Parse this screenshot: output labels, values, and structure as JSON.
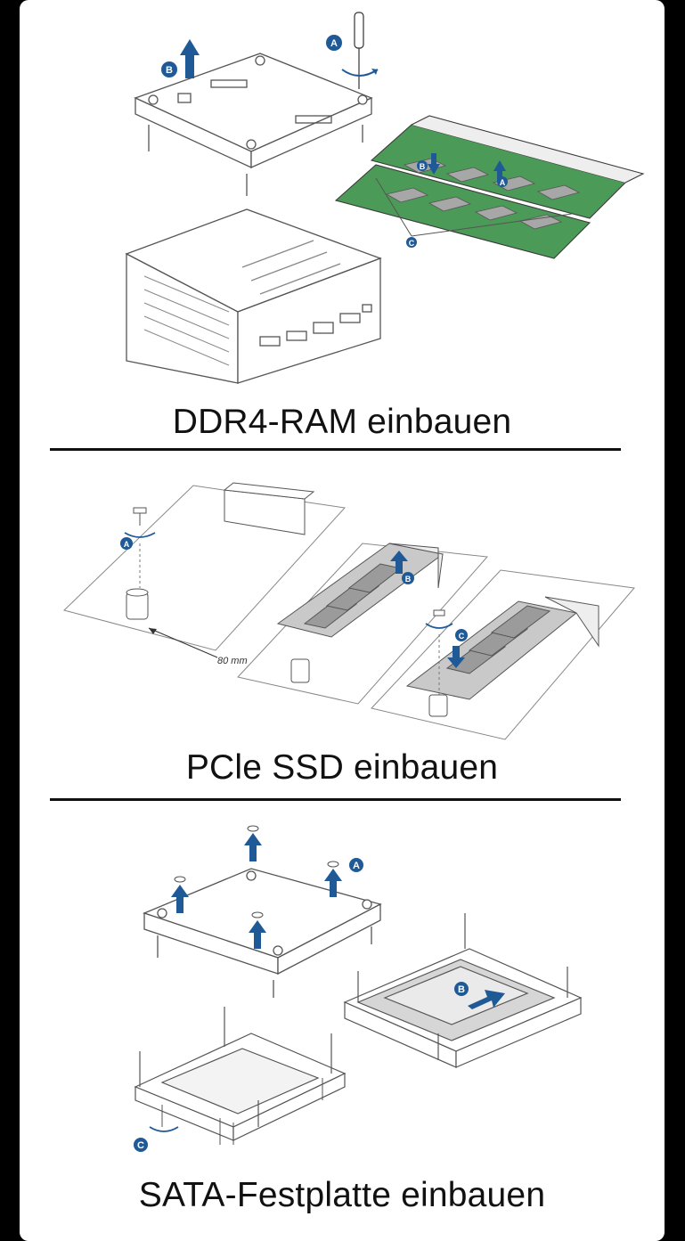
{
  "sections": [
    {
      "title": "DDR4-RAM einbauen",
      "markers": [
        "A",
        "B",
        "A",
        "B",
        "C"
      ]
    },
    {
      "title": "PCle SSD einbauen",
      "markers": [
        "A",
        "B",
        "C"
      ],
      "dimension_label": "80 mm"
    },
    {
      "title": "SATA-Festplatte einbauen",
      "markers": [
        "A",
        "B",
        "C"
      ]
    }
  ],
  "colors": {
    "marker": "#1f5a96",
    "pcb_green": "#4b9a57",
    "chip": "#a7a7a7",
    "line": "#555555"
  },
  "icons": [
    "screwdriver-icon",
    "up-arrow-icon",
    "down-arrow-icon",
    "rotate-icon",
    "screw-icon",
    "standoff-icon"
  ]
}
